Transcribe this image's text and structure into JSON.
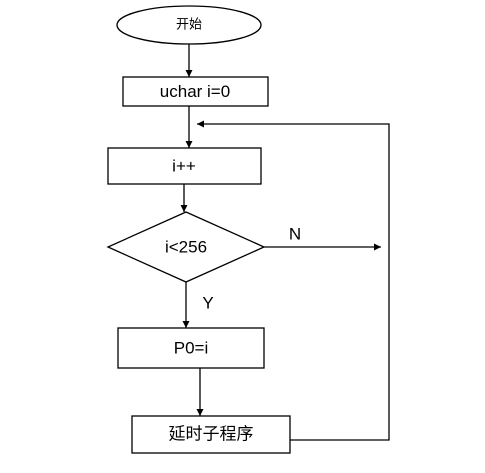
{
  "flowchart": {
    "start": {
      "label": "开始"
    },
    "init": {
      "label": "uchar i=0"
    },
    "increment": {
      "label": "i++"
    },
    "decision": {
      "label": "i<256",
      "no_label": "N",
      "yes_label": "Y"
    },
    "assign": {
      "label": "P0=i"
    },
    "delay": {
      "label": "延时子程序"
    }
  }
}
